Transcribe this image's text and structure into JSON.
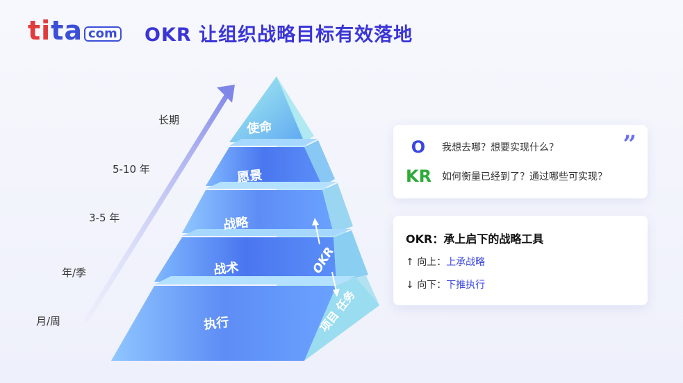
{
  "logo": {
    "part1": "ti",
    "part2": "ta",
    "com": "com"
  },
  "title": "OKR 让组织战略目标有效落地",
  "time_labels": [
    "长期",
    "5-10 年",
    "3-5 年",
    "年/季",
    "月/周"
  ],
  "pyramid": {
    "layers": [
      "使命",
      "愿景",
      "战略",
      "战术",
      "执行"
    ],
    "side_okr": "OKR",
    "side_tasks": "项目 任务"
  },
  "card_o": {
    "o_badge": "O",
    "o_text": "我想去哪？想要实现什么？",
    "kr_badge": "KR",
    "kr_text": "如何衡量已经到了？通过哪些可实现？",
    "quote_mark": "”"
  },
  "card_tool": {
    "title": "OKR：承上启下的战略工具",
    "up_arrow": "↑",
    "up_label": "向上：",
    "up_link": "上承战略",
    "down_arrow": "↓",
    "down_label": "向下：",
    "down_link": "下推执行"
  },
  "colors": {
    "title": "#3b35d6",
    "accent": "#3b46e0",
    "kr_green": "#2faa3a",
    "logo_red": "#e03c3c"
  }
}
